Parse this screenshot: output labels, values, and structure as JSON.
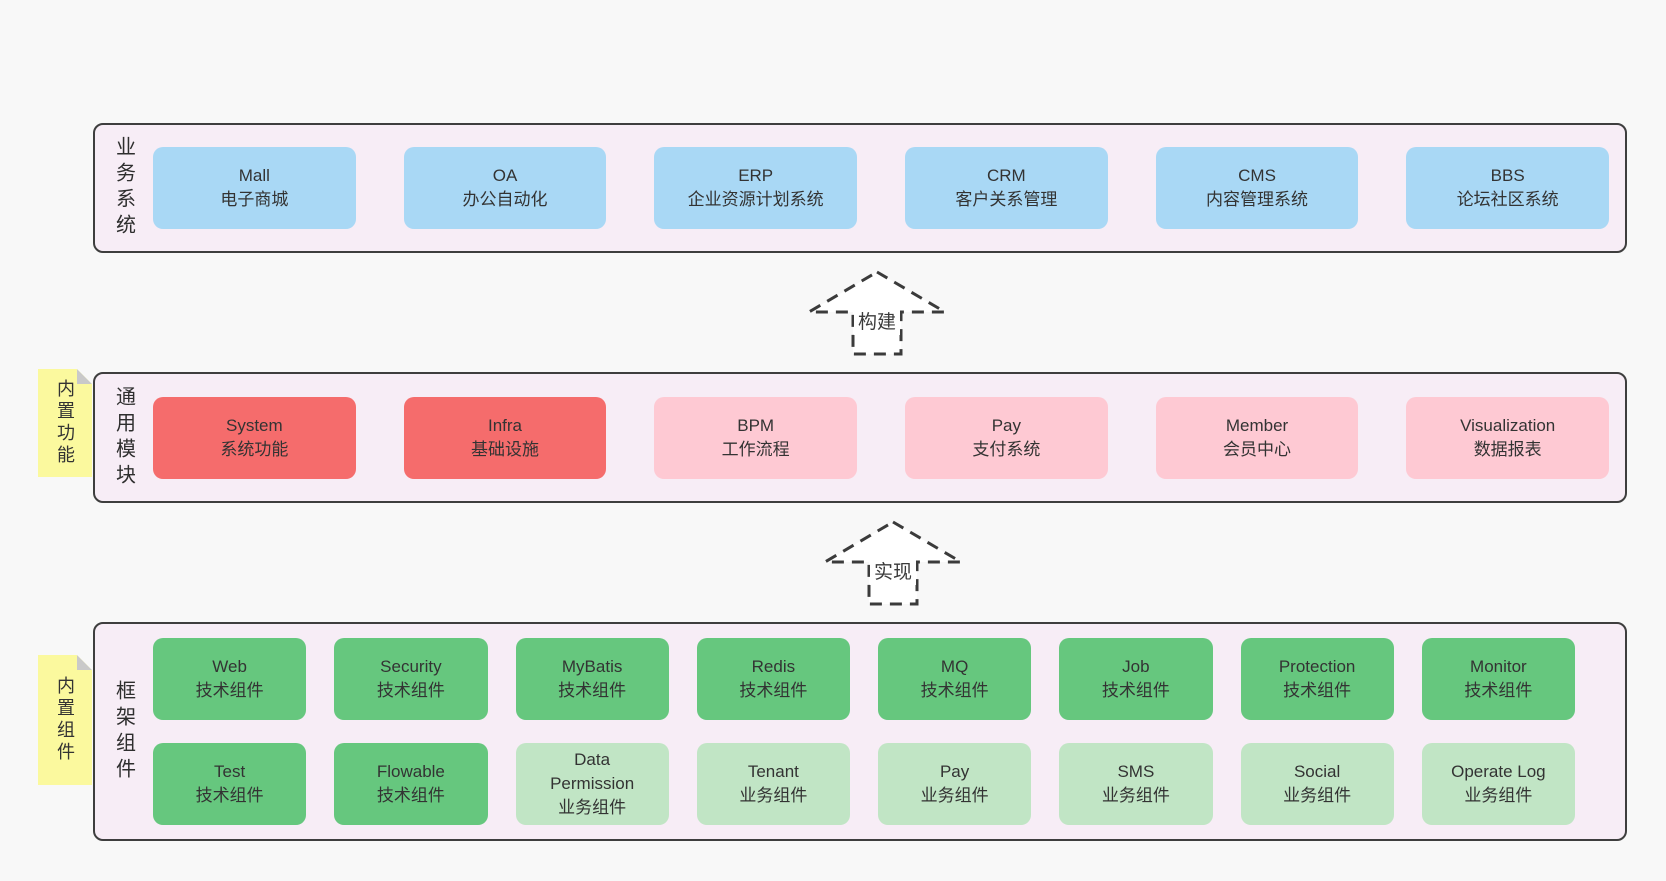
{
  "colors": {
    "page_bg": "#f8f8f8",
    "band_bg": "#f7edf6",
    "band_border": "#3e3e3e",
    "blue": "#a9d8f5",
    "red": "#f56c6c",
    "pink": "#fec9d3",
    "green_dark": "#66c77e",
    "green_light": "#c1e5c5",
    "sticky_yellow": "#fbf99e",
    "sticky_fold": "#c9c9c9",
    "arrow_stroke": "#3b3b3b",
    "text": "#333333"
  },
  "bands": [
    {
      "label": "业务系统",
      "boxes": [
        {
          "name": "Mall",
          "desc": "电子商城",
          "variant": "blue"
        },
        {
          "name": "OA",
          "desc": "办公自动化",
          "variant": "blue"
        },
        {
          "name": "ERP",
          "desc": "企业资源计划系统",
          "variant": "blue"
        },
        {
          "name": "CRM",
          "desc": "客户关系管理",
          "variant": "blue"
        },
        {
          "name": "CMS",
          "desc": "内容管理系统",
          "variant": "blue"
        },
        {
          "name": "BBS",
          "desc": "论坛社区系统",
          "variant": "blue"
        }
      ]
    },
    {
      "label": "通用模块",
      "boxes": [
        {
          "name": "System",
          "desc": "系统功能",
          "variant": "red"
        },
        {
          "name": "Infra",
          "desc": "基础设施",
          "variant": "red"
        },
        {
          "name": "BPM",
          "desc": "工作流程",
          "variant": "pink"
        },
        {
          "name": "Pay",
          "desc": "支付系统",
          "variant": "pink"
        },
        {
          "name": "Member",
          "desc": "会员中心",
          "variant": "pink"
        },
        {
          "name": "Visualization",
          "desc": "数据报表",
          "variant": "pink"
        }
      ]
    },
    {
      "label": "框架组件",
      "rows": [
        [
          {
            "name": "Web",
            "desc": "技术组件",
            "variant": "green_dark"
          },
          {
            "name": "Security",
            "desc": "技术组件",
            "variant": "green_dark"
          },
          {
            "name": "MyBatis",
            "desc": "技术组件",
            "variant": "green_dark"
          },
          {
            "name": "Redis",
            "desc": "技术组件",
            "variant": "green_dark"
          },
          {
            "name": "MQ",
            "desc": "技术组件",
            "variant": "green_dark"
          },
          {
            "name": "Job",
            "desc": "技术组件",
            "variant": "green_dark"
          },
          {
            "name": "Protection",
            "desc": "技术组件",
            "variant": "green_dark"
          },
          {
            "name": "Monitor",
            "desc": "技术组件",
            "variant": "green_dark"
          }
        ],
        [
          {
            "name": "Test",
            "desc": "技术组件",
            "variant": "green_dark"
          },
          {
            "name": "Flowable",
            "desc": "技术组件",
            "variant": "green_dark"
          },
          {
            "name": "Data\nPermission",
            "desc": "业务组件",
            "variant": "green_light"
          },
          {
            "name": "Tenant",
            "desc": "业务组件",
            "variant": "green_light"
          },
          {
            "name": "Pay",
            "desc": "业务组件",
            "variant": "green_light"
          },
          {
            "name": "SMS",
            "desc": "业务组件",
            "variant": "green_light"
          },
          {
            "name": "Social",
            "desc": "业务组件",
            "variant": "green_light"
          },
          {
            "name": "Operate Log",
            "desc": "业务组件",
            "variant": "green_light"
          }
        ]
      ]
    }
  ],
  "arrows": [
    {
      "label": "构建"
    },
    {
      "label": "实现"
    }
  ],
  "stickies": [
    {
      "label": "内置功能"
    },
    {
      "label": "内置组件"
    }
  ]
}
